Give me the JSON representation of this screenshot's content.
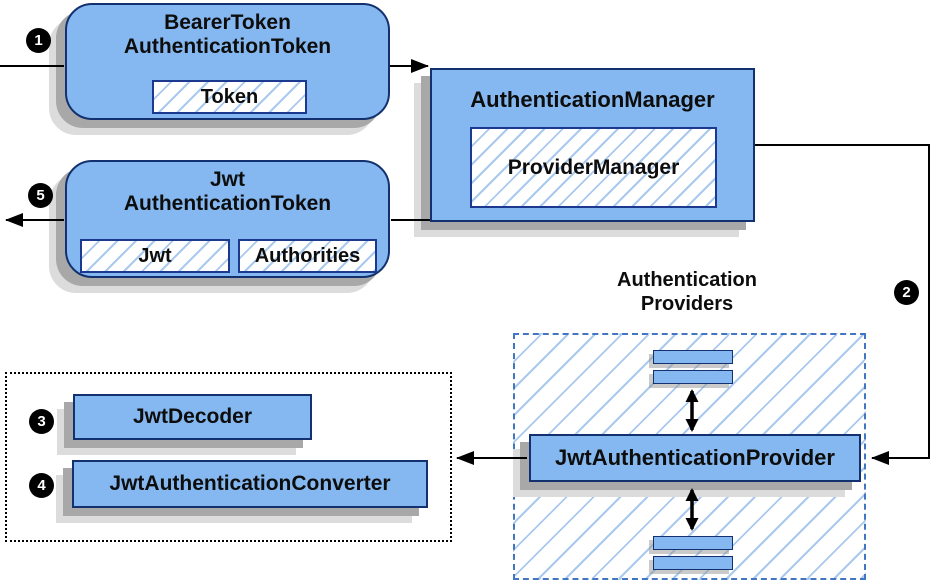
{
  "colors": {
    "node_fill": "#85b8f0",
    "node_border": "#12316e",
    "hatch_line": "#a9c9ef",
    "providers_border": "#4376c1",
    "arrow": "#000000",
    "text": "#0d0d0d",
    "shadow_dark": "#a8a8a8",
    "shadow_light": "#dcdcdc",
    "badge_bg": "#000000",
    "badge_text": "#ffffff"
  },
  "steps": {
    "s1": "1",
    "s2": "2",
    "s3": "3",
    "s4": "4",
    "s5": "5"
  },
  "nodes": {
    "bearer_token": {
      "line1": "BearerToken",
      "line2": "AuthenticationToken",
      "field": "Token"
    },
    "authentication_manager": {
      "title": "AuthenticationManager",
      "field": "ProviderManager"
    },
    "jwt_authentication_token": {
      "line1": "Jwt",
      "line2": "AuthenticationToken",
      "field_jwt": "Jwt",
      "field_authorities": "Authorities"
    },
    "authentication_providers": {
      "line1": "Authentication",
      "line2": "Providers"
    },
    "jwt_authentication_provider": {
      "title": "JwtAuthenticationProvider"
    },
    "jwt_decoder": {
      "title": "JwtDecoder"
    },
    "jwt_authentication_converter": {
      "title": "JwtAuthenticationConverter"
    }
  }
}
